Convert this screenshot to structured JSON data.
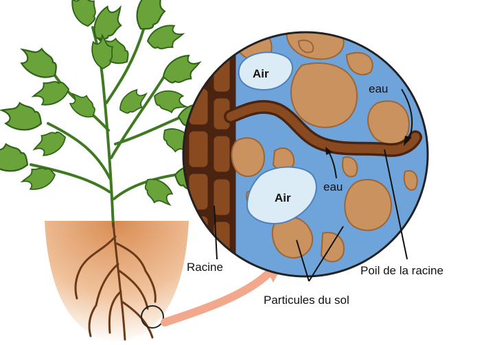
{
  "labels": {
    "air_top": "Air",
    "air_bottom": "Air",
    "water_right": "eau",
    "water_center": "eau",
    "root": "Racine",
    "root_hair": "Poil de la racine",
    "soil_particles": "Particules du sol"
  },
  "colors": {
    "water": "#6fa4db",
    "air": "#dcecf7",
    "particle": "#c9925e",
    "particle_dark": "#9b6537",
    "root_cells": "#8a4a1f",
    "root_dark": "#4a2410",
    "leaf": "#6aa33a",
    "leaf_dark": "#2f6318",
    "soil": "#e6a877",
    "arrow": "#f2a88c"
  }
}
